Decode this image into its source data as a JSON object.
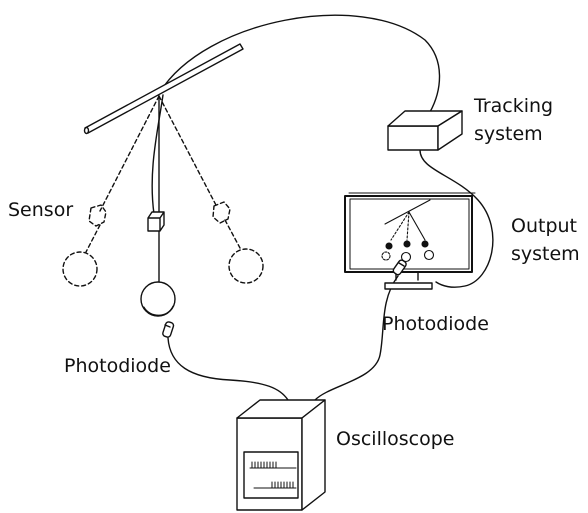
{
  "labels": {
    "tracking_line1": "Tracking",
    "tracking_line2": "system",
    "sensor": "Sensor",
    "output_line1": "Output",
    "output_line2": "system",
    "photodiode_right": "Photodiode",
    "photodiode_left": "Photodiode",
    "oscilloscope": "Oscilloscope"
  },
  "colors": {
    "stroke": "#111111",
    "background": "#ffffff"
  }
}
